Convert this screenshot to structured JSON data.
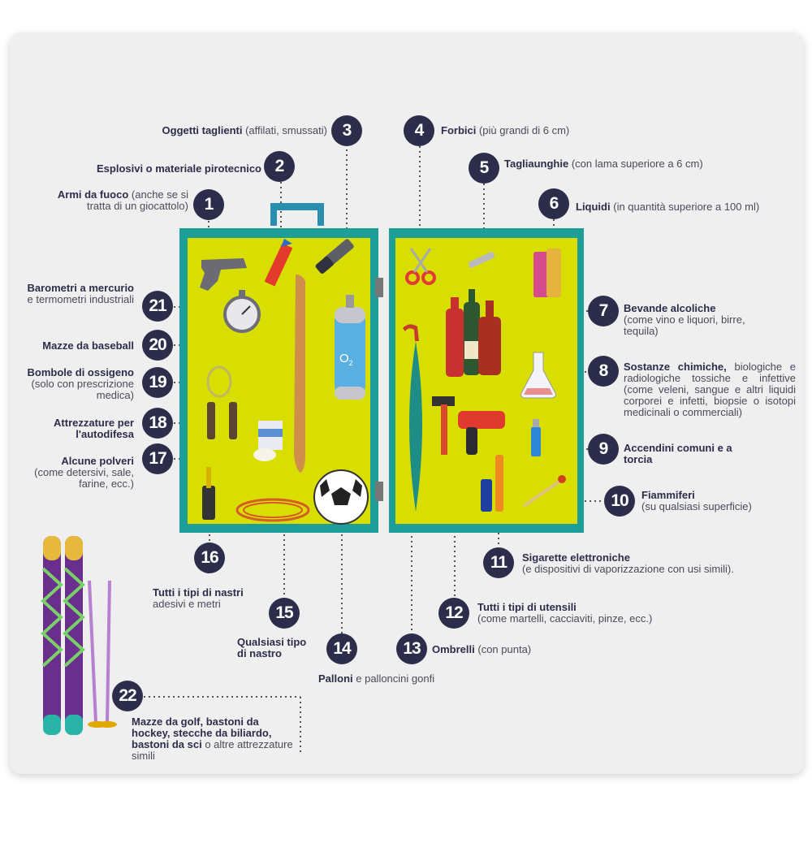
{
  "items": [
    {
      "n": "1",
      "bold": "Armi da fuoco",
      "rest": "(anche se si tratta di un giocattolo)"
    },
    {
      "n": "2",
      "bold": "Esplosivi o materiale pirotecnico",
      "rest": ""
    },
    {
      "n": "3",
      "bold": "Oggetti taglienti",
      "rest": "(affilati, smussati)"
    },
    {
      "n": "4",
      "bold": "Forbici",
      "rest": "(più grandi di 6 cm)"
    },
    {
      "n": "5",
      "bold": "Tagliaunghie",
      "rest": "(con lama superiore a 6 cm)"
    },
    {
      "n": "6",
      "bold": "Liquidi",
      "rest": "(in quantità superiore a 100 ml)"
    },
    {
      "n": "7",
      "bold": "Bevande alcoliche",
      "rest": "(come vino e liquori, birre, tequila)"
    },
    {
      "n": "8",
      "bold": "Sostanze chimiche,",
      "rest": "biologiche e radiologiche tossiche e infettive (come veleni, sangue e altri liquidi corporei e infetti, biopsie o isotopi medicinali o commerciali)"
    },
    {
      "n": "9",
      "bold": "Accendini comuni e a torcia",
      "rest": ""
    },
    {
      "n": "10",
      "bold": "Fiammiferi",
      "rest": "(su qualsiasi superficie)"
    },
    {
      "n": "11",
      "bold": "Sigarette elettroniche",
      "rest": "(e dispositivi di vaporizzazione con usi simili)."
    },
    {
      "n": "12",
      "bold": "Tutti i tipi di utensili",
      "rest": "(come martelli, cacciaviti, pinze, ecc.)"
    },
    {
      "n": "13",
      "bold": "Ombrelli",
      "rest": "(con punta)"
    },
    {
      "n": "14",
      "bold": "Palloni",
      "rest": "e palloncini gonfi"
    },
    {
      "n": "15",
      "bold": "Qualsiasi tipo di nastro",
      "rest": ""
    },
    {
      "n": "16",
      "bold": "Tutti i tipi di nastri",
      "rest": "adesivi e metri"
    },
    {
      "n": "17",
      "bold": "Alcune polveri",
      "rest": "(come detersivi, sale, farine, ecc.)"
    },
    {
      "n": "18",
      "bold": "Attrezzature per l'autodifesa",
      "rest": ""
    },
    {
      "n": "19",
      "bold": "Bombole di ossigeno",
      "rest": "(solo con prescrizione medica)"
    },
    {
      "n": "20",
      "bold": "Mazze da baseball",
      "rest": ""
    },
    {
      "n": "21",
      "bold": "Barometri a mercurio",
      "rest": "e termometri industriali"
    },
    {
      "n": "22",
      "bold": "Mazze da golf, bastoni da hockey, stecche da biliardo, bastoni da sci",
      "rest": "o altre attrezzature simili"
    }
  ],
  "oxygen_label": "O",
  "oxygen_sub": "2",
  "colors": {
    "badge": "#2c2d4a",
    "suitcase_frame": "#1e9e98",
    "suitcase_fill": "#d8de00",
    "card": "#efefef"
  }
}
